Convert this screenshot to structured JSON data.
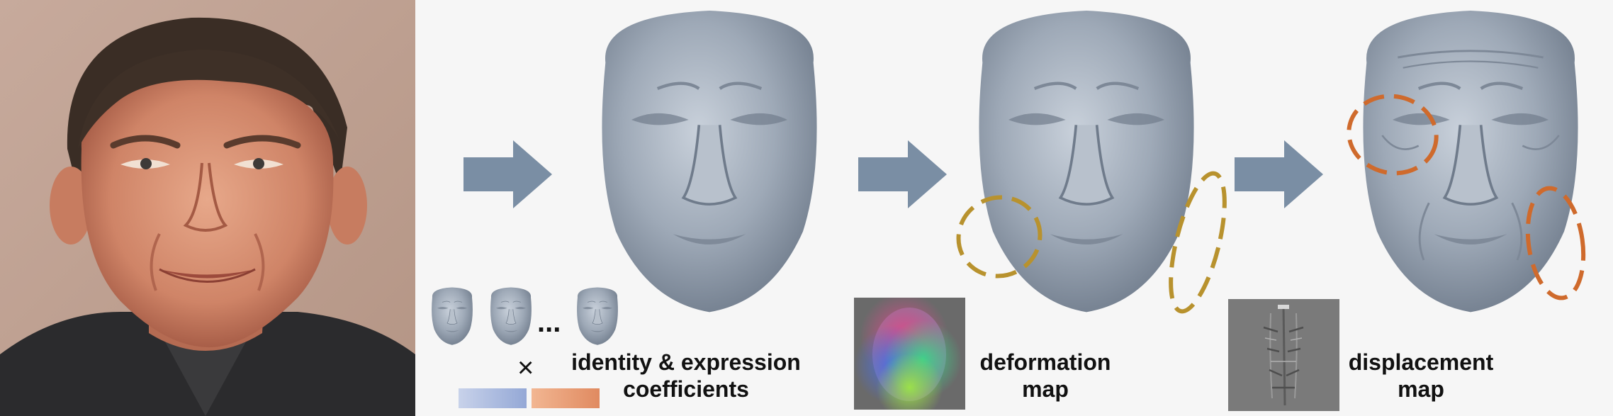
{
  "labels": {
    "coefficients_line1": "identity & expression",
    "coefficients_line2": "coefficients",
    "deformation_line1": "deformation",
    "deformation_line2": "map",
    "displacement_line1": "displacement",
    "displacement_line2": "map",
    "ellipsis": "...",
    "multiply": "×"
  },
  "colors": {
    "background": "#f6f6f6",
    "arrow": "#7a8ea4",
    "face_mesh": "#9aa5b3",
    "deformation_highlight": "#b8922e",
    "displacement_highlight": "#cf6a2c",
    "identity_bar": "#a8b8dc",
    "expression_bar": "#e9a07a"
  },
  "icons": {
    "photo": "portrait-photo",
    "arrow": "right-arrow-icon",
    "mesh": "face-mesh",
    "basis": "basis-face-icon"
  }
}
